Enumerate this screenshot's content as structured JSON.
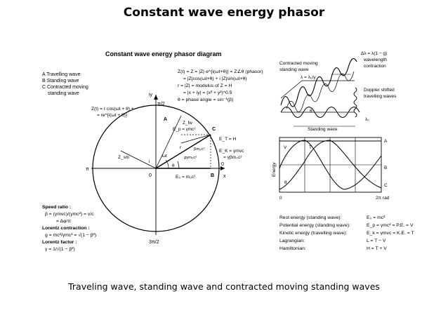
{
  "slide": {
    "title": "Constant wave energy phasor",
    "caption": "Traveling wave, standing wave and contracted moving standing waves"
  },
  "figure": {
    "heading": "Constant wave energy phasor diagram",
    "legend": [
      "A  Travelling wave",
      "B  Standing wave",
      "C  Contracted moving",
      "standing wave"
    ],
    "equations": [
      "Z(t) = Z = |Z|·e^{i(ωt+θ)} = Z∠θ  (phasor)",
      "= |Z|cos(ωt+θ) + i |Z|sin(ωt+θ)",
      "r = |Z| = modulus of Z = H",
      "= |x + iy| = (x² + y²)^0.5",
      "θ = phase angle = sin⁻¹(β)"
    ],
    "circle_labels": {
      "top": "π/2",
      "bottom": "3π/2",
      "left": "π",
      "right": "0",
      "center": "0",
      "iy": "iy",
      "x": "x",
      "A": "A",
      "B": "B",
      "C": "C",
      "z_of_t_1": "Z(t) = r·cos(ωt + θ) +",
      "z_of_t_2": "= re^{i(ωt + θ)}",
      "ET": "E_T = H",
      "EK_1": "E_K = γmvc",
      "EK_2": "= γβm₀c²",
      "E0": "E₀ = m₀c²",
      "Ep": "E_p = γmc²",
      "Zsm": "Z_sm",
      "Zfw": "Z_fw",
      "omega_t": "ωt",
      "theta": "θ",
      "r": "r",
      "beta_m0c2": "βm₀c²",
      "g_gamma": "gγm₀c²",
      "i_label": "i"
    },
    "speed_block": [
      "Speed ratio :",
      "β = (γmvc)/(γmc²) = v/c",
      "= Δφ/π",
      "Lorentz contraction :",
      "g = mc²/γmc² = √(1 − β²)",
      "Lorentz factor :",
      "γ = 1/√(1 − β²)"
    ],
    "top_right": {
      "label_1": "Contracted moving",
      "label_2": "standing wave",
      "lambda_eq": "λ = λ₀/γ",
      "delta_1": "Δλ = λ(1 − g)",
      "delta_2": "wavelength",
      "delta_3": "contraction",
      "doppler_1": "Doppler shifted",
      "doppler_2": "travelling waves",
      "standing": "Standing wave",
      "lambda0": "λ₀",
      "theta": "θ"
    },
    "energy_plot": {
      "ylabel": "Energy",
      "V": "V",
      "T": "T",
      "A": "A",
      "B": "B",
      "C": "C",
      "origin": "0",
      "x_end": "2π rad",
      "theta": "θ"
    },
    "energy_table": [
      {
        "name": "Rest energy (standing wave):",
        "value": "E₀ = mc²"
      },
      {
        "name": "Potential energy (standing wave):",
        "value": "E_p = γmc² = P.E. = V"
      },
      {
        "name": "Kinetic energy (travelling wave):",
        "value": "E_k = γmvc = K.E. = T"
      },
      {
        "name": "Lagrangian:",
        "value": "L = T − V"
      },
      {
        "name": "Hamiltonian:",
        "value": "H = T + V"
      }
    ]
  }
}
